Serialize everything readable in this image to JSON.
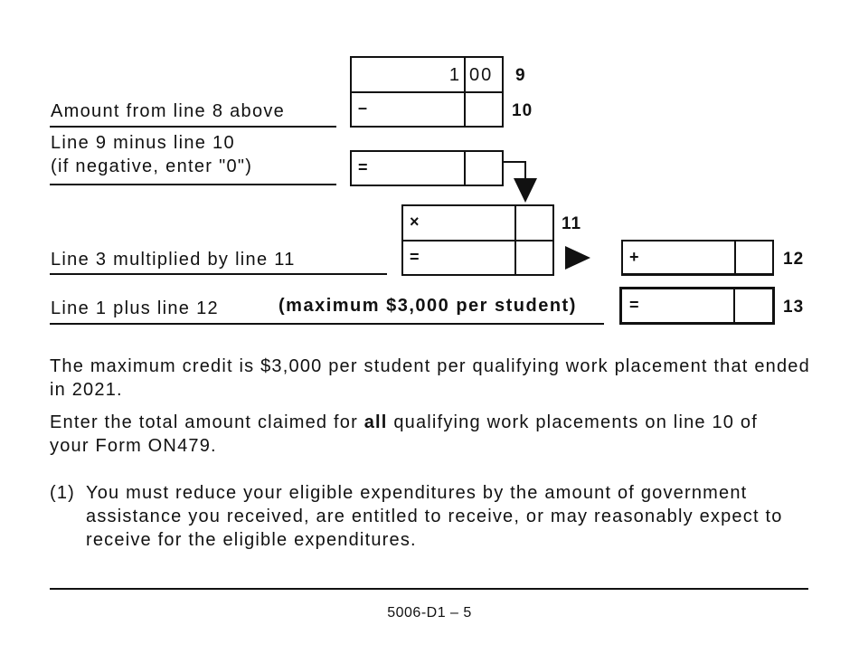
{
  "form": {
    "lines": {
      "line9": {
        "number": "9",
        "dollars": "1",
        "cents": "00"
      },
      "line10": {
        "label": "Amount from line 8 above",
        "number": "10",
        "operator": "–",
        "dollars": "",
        "cents": ""
      },
      "line10_result": {
        "label_line1": "Line 9 minus line 10",
        "label_line2": "(if negative, enter \"0\")",
        "operator": "=",
        "dollars": "",
        "cents": ""
      },
      "line11": {
        "number": "11",
        "operator": "×",
        "dollars": "",
        "cents": ""
      },
      "line11_result": {
        "label": "Line 3 multiplied by line 11",
        "operator": "=",
        "dollars": "",
        "cents": ""
      },
      "line12": {
        "number": "12",
        "operator": "+",
        "dollars": "",
        "cents": ""
      },
      "line13": {
        "label": "Line 1 plus line 12",
        "note": "(maximum $3,000 per student)",
        "number": "13",
        "operator": "=",
        "dollars": "",
        "cents": ""
      }
    }
  },
  "notes": {
    "max_credit": "The maximum credit is $3,000 per student per qualifying work placement that ended in 2021.",
    "enter_total_pre": "Enter the total amount claimed for ",
    "enter_total_bold": "all",
    "enter_total_post": " qualifying work placements on line 10 of your Form ON479.",
    "footnote_marker": "(1)",
    "footnote_text": "You must reduce your eligible expenditures by the amount of government assistance you received, are entitled to receive, or may reasonably expect to receive for the eligible expenditures."
  },
  "footer": {
    "page_label": "5006-D1 – 5"
  },
  "colors": {
    "ink": "#111111",
    "background": "#ffffff"
  }
}
